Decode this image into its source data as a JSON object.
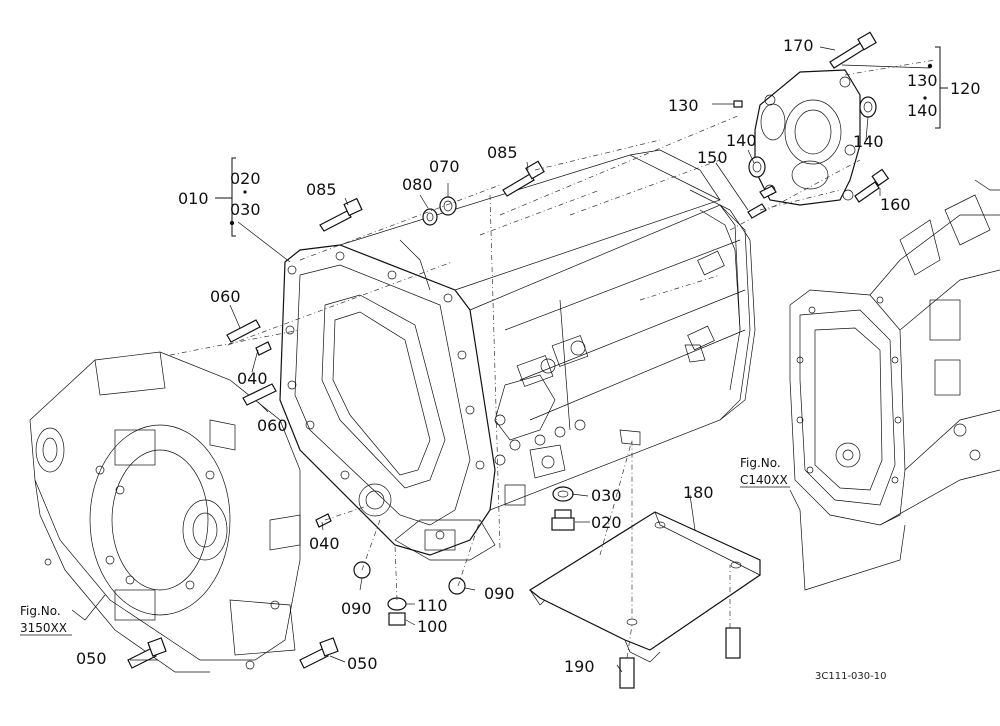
{
  "diagram": {
    "drawing_code": "3C111-030-10",
    "colors": {
      "line": "#111111",
      "background": "#ffffff"
    },
    "callouts": {
      "c010": "010",
      "c020a": "020",
      "c030a": "030",
      "c020b": "020",
      "c030b": "030",
      "c040a": "040",
      "c040b": "040",
      "c050a": "050",
      "c050b": "050",
      "c060a": "060",
      "c060b": "060",
      "c070": "070",
      "c080": "080",
      "c085a": "085",
      "c085b": "085",
      "c090a": "090",
      "c090b": "090",
      "c100": "100",
      "c110": "110",
      "c120": "120",
      "c130a": "130",
      "c130b": "130",
      "c140a": "140",
      "c140b": "140",
      "c140c": "140",
      "c150": "150",
      "c160": "160",
      "c170": "170",
      "c180": "180",
      "c190": "190"
    },
    "figure_refs": {
      "left": {
        "line1": "Fig.No.",
        "line2": "3150XX"
      },
      "right": {
        "line1": "Fig.No.",
        "line2": "C140XX"
      }
    }
  }
}
